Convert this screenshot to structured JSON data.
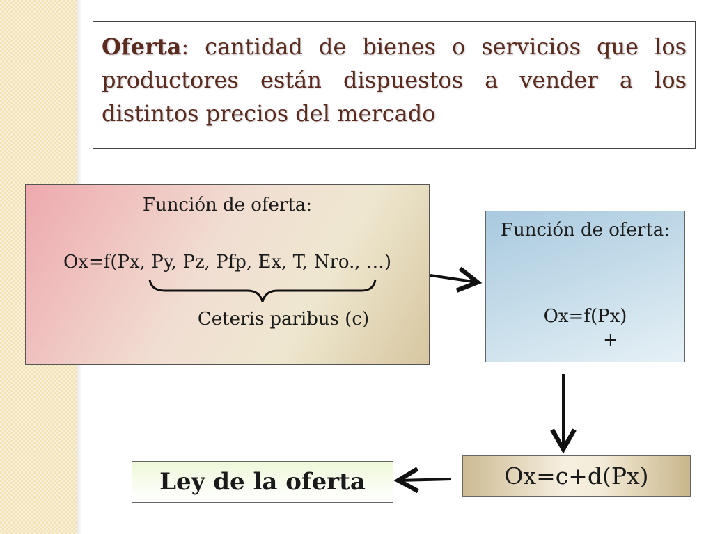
{
  "definition": {
    "term": "Oferta",
    "text": ": cantidad de bienes o servicios que los productores están dispuestos a vender a los distintos precios del mercado"
  },
  "general_function": {
    "heading": "Función de oferta:",
    "formula": "Ox=f(Px, Py, Pz, Pfp, Ex, T, Nro., …)",
    "ceteris": "Ceteris paribus (c)"
  },
  "simple_function": {
    "heading": "Función de oferta:",
    "formula": "Ox=f(Px)",
    "sign": "+"
  },
  "linear_function": {
    "formula": "Ox=c+d(Px)"
  },
  "law": {
    "label": "Ley de la oferta"
  },
  "colors": {
    "definition_text": "#5a2a1e",
    "arrow": "#111111"
  }
}
